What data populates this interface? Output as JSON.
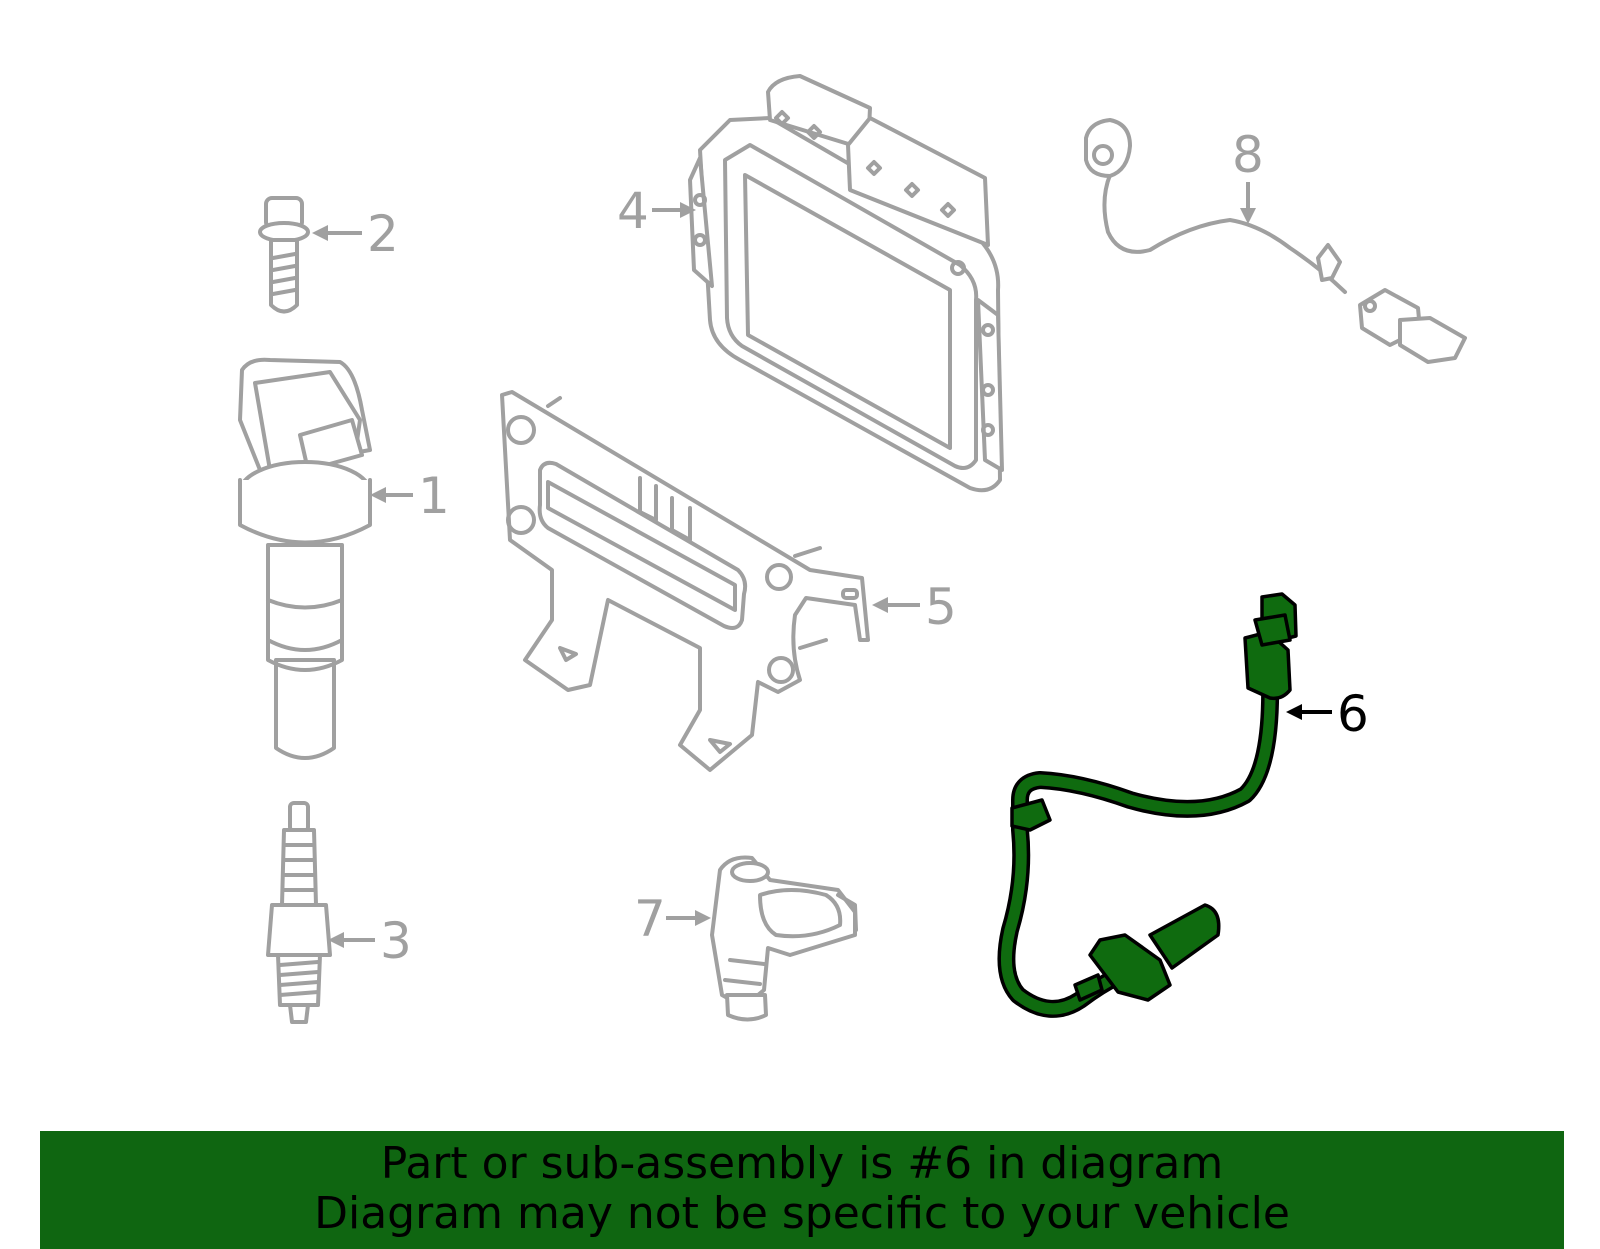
{
  "callouts": {
    "c1": "1",
    "c2": "2",
    "c3": "3",
    "c4": "4",
    "c5": "5",
    "c6": "6",
    "c7": "7",
    "c8": "8"
  },
  "highlighted_part": "6",
  "banner": {
    "line1": "Part or sub-assembly is #6 in diagram",
    "line2": "Diagram may not be specific to your vehicle"
  },
  "colors": {
    "highlight": "#0f6b0f",
    "banner": "#0f6611",
    "line_art": "#a0a0a0"
  }
}
